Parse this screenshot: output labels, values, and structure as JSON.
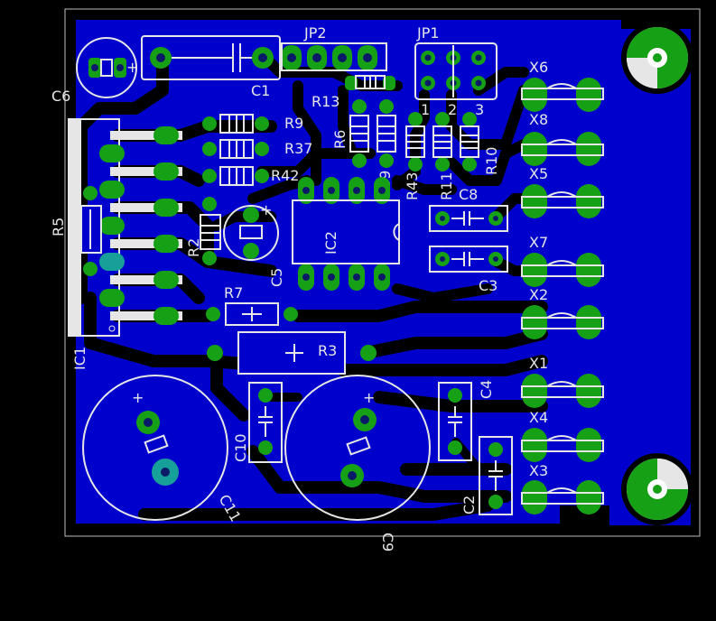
{
  "board": {
    "colors": {
      "background": "#000000",
      "copper_pour": "#0000cc",
      "pad": "#16a016",
      "pad_teal": "#17a09a",
      "silkscreen": "#e6e6e6",
      "trace_clearance": "#000000"
    },
    "labels": {
      "c6": "C6",
      "c1": "C1",
      "jp2": "JP2",
      "jp1": "JP1",
      "jp1_pin1": "1",
      "jp1_pin2": "2",
      "jp1_pin3": "3",
      "r13": "R13",
      "r9": "R9",
      "r37": "R37",
      "r42": "R42",
      "r6": "R6",
      "r39": "R39",
      "r43": "R43",
      "r11": "R11",
      "r10": "R10",
      "c8": "C8",
      "c3": "C3",
      "ic2": "IC2",
      "r5": "R5",
      "r2": "R2",
      "c5": "C5",
      "r7": "R7",
      "r3": "R3",
      "ic1": "IC1",
      "c4": "C4",
      "c10": "C10",
      "c2": "C2",
      "c11": "C11",
      "c9": "C9",
      "x6": "X6",
      "x8": "X8",
      "x5": "X5",
      "x7": "X7",
      "x2": "X2",
      "x1": "X1",
      "x4": "X4",
      "x3": "X3",
      "plus_c6": "+",
      "plus_c5": "+",
      "plus_c11": "+",
      "plus_c9": "+"
    }
  }
}
